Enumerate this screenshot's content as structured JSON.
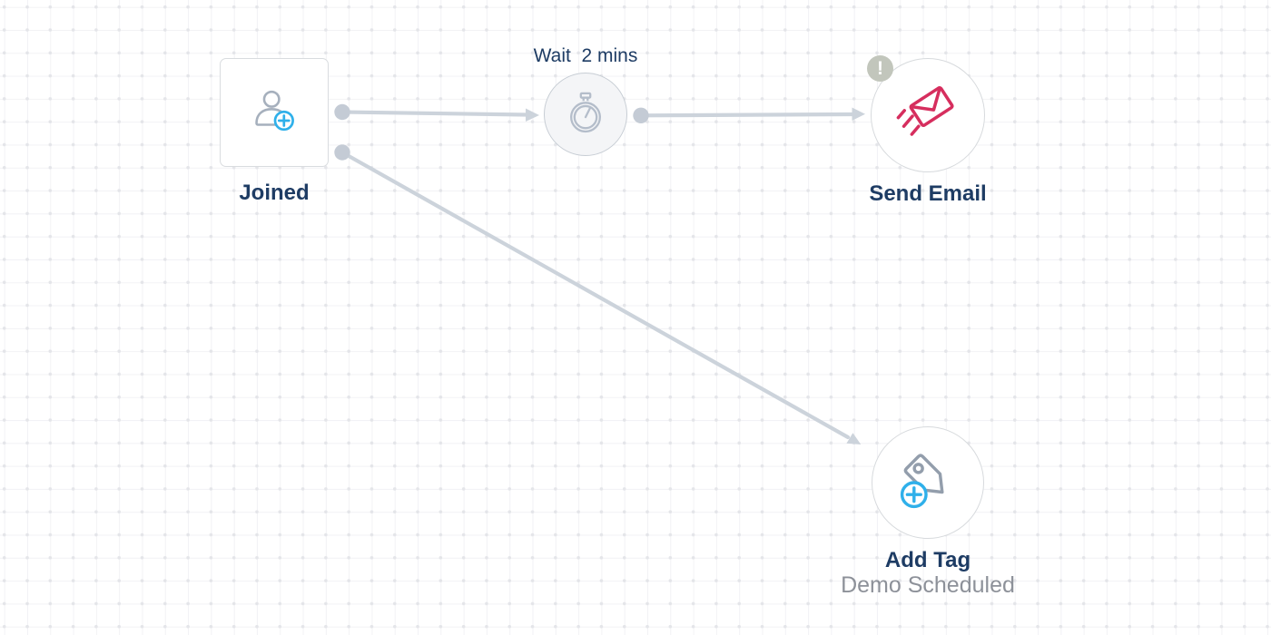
{
  "canvas": {
    "background_color": "#ffffff",
    "grid_line_color": "#f2f2f5",
    "grid_dot_color": "#e4e5e9"
  },
  "colors": {
    "accent_blue": "#2fb0ea",
    "email_crimson": "#d62e5e",
    "label_navy": "#1e3c64",
    "sublabel_gray": "#8d9199",
    "connector_gray": "#ccd3db",
    "icon_gray": "#a6b0bd",
    "warning_badge_gray": "#c2c6bc"
  },
  "nodes": {
    "joined": {
      "label": "Joined",
      "icon": "user-add-icon",
      "shape": "rounded-square"
    },
    "wait": {
      "label": "Wait  2 mins",
      "icon": "stopwatch-icon",
      "shape": "circle",
      "label_position": "top"
    },
    "send_email": {
      "label": "Send Email",
      "icon": "send-email-icon",
      "shape": "circle",
      "badge": "!"
    },
    "add_tag": {
      "label": "Add Tag",
      "sublabel": "Demo Scheduled",
      "icon": "tag-add-icon",
      "shape": "circle"
    }
  },
  "edges": [
    {
      "from": "joined",
      "to": "wait"
    },
    {
      "from": "wait",
      "to": "send_email"
    },
    {
      "from": "joined",
      "to": "add_tag"
    }
  ]
}
